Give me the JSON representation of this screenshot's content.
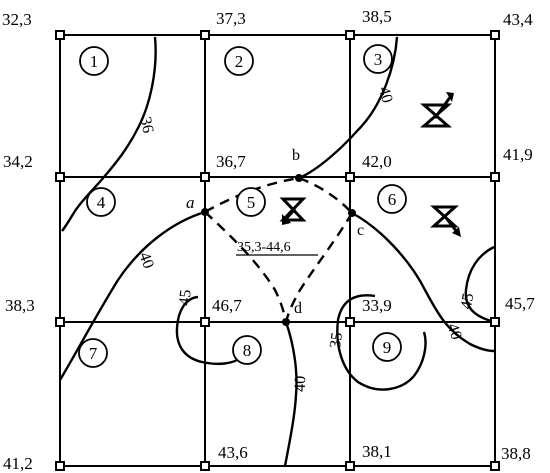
{
  "elevations": {
    "n00": "32,3",
    "n10": "37,3",
    "n20": "38,5",
    "n30": "43,4",
    "n01": "34,2",
    "n11": "36,7",
    "n21": "42,0",
    "n31": "41,9",
    "n02": "38,3",
    "n12": "46,7",
    "n22": "33,9",
    "n32": "45,7",
    "n03": "41,2",
    "n13": "43,6",
    "n23": "38,1",
    "n33": "38,8"
  },
  "squares": [
    "1",
    "2",
    "3",
    "4",
    "5",
    "6",
    "7",
    "8",
    "9"
  ],
  "points": {
    "a": "a",
    "b": "b",
    "c": "c",
    "d": "d"
  },
  "contour_labels": {
    "c36": "36",
    "c40_top": "40",
    "c40_left": "40",
    "c45_left": "45",
    "c35": "35",
    "c40_mid": "40",
    "c45_right": "45",
    "c40_right": "40"
  },
  "elevation_range": "35,3-44,6"
}
